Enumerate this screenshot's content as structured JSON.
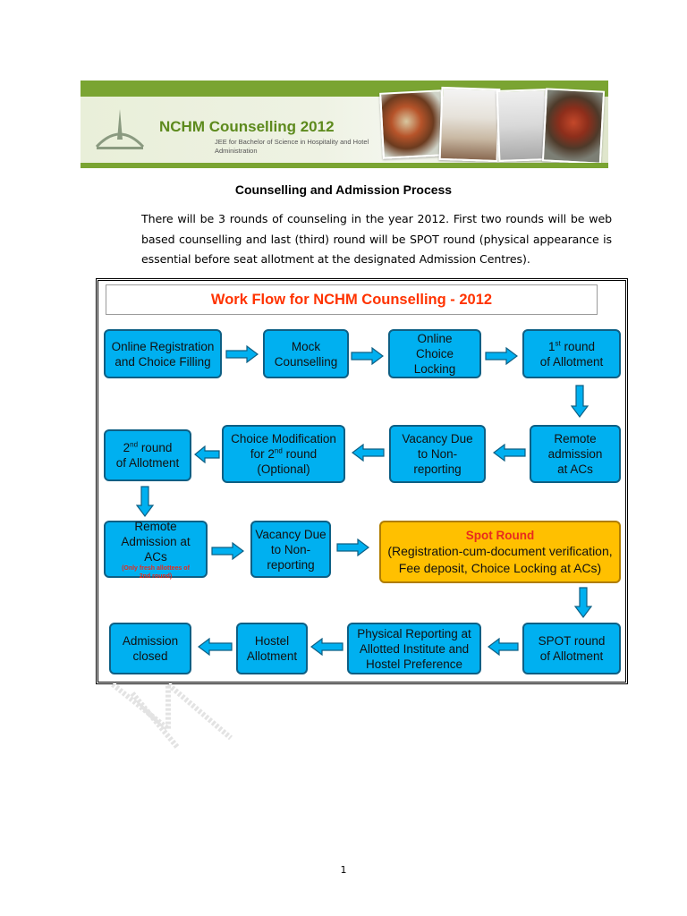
{
  "banner": {
    "title": "NCHM Counselling 2012",
    "subtitle": "JEE for Bachelor of Science in Hospitality and Hotel Administration"
  },
  "heading": "Counselling and Admission Process",
  "intro": "There will be 3 rounds of counseling in the year 2012. First two rounds will be web based counselling and last (third) round will be SPOT round (physical appearance is essential before seat allotment at the designated Admission Centres).",
  "workflow": {
    "title": "Work Flow for NCHM Counselling - 2012",
    "nodes": {
      "online_registration": "Online Registration and Choice Filling",
      "mock": "Mock Counselling",
      "choice_locking": "Online Choice Locking",
      "round1_a": "1",
      "round1_sup": "st",
      "round1_b": " round",
      "round1_c": "of Allotment",
      "remote_admission": "Remote admission at ACs",
      "vacancy1": "Vacancy Due to Non-reporting",
      "choice_mod_a": "Choice Modification",
      "choice_mod_b": "for 2",
      "choice_mod_sup": "nd",
      "choice_mod_c": " round",
      "choice_mod_d": "(Optional)",
      "round2_a": "2",
      "round2_sup": "nd",
      "round2_b": " round",
      "round2_c": "of Allotment",
      "remote_admission2": "Remote Admission at ACs",
      "remote_admission2_note": "(Only fresh allottees of 2nd round)",
      "vacancy2": "Vacancy Due to Non-reporting",
      "spot_title": "Spot Round",
      "spot_desc": "(Registration-cum-document verification, Fee deposit, Choice Locking at ACs)",
      "spot_allotment": "SPOT round of Allotment",
      "physical_reporting": "Physical Reporting at Allotted Institute and Hostel Preference",
      "hostel": "Hostel Allotment",
      "admission_closed": "Admission closed"
    }
  },
  "page_number": "1",
  "colors": {
    "node_fill": "#00b0f0",
    "node_border": "#0e5f84",
    "spot_fill": "#ffc000",
    "title_red": "#ff3300",
    "banner_green": "#7aa432"
  }
}
